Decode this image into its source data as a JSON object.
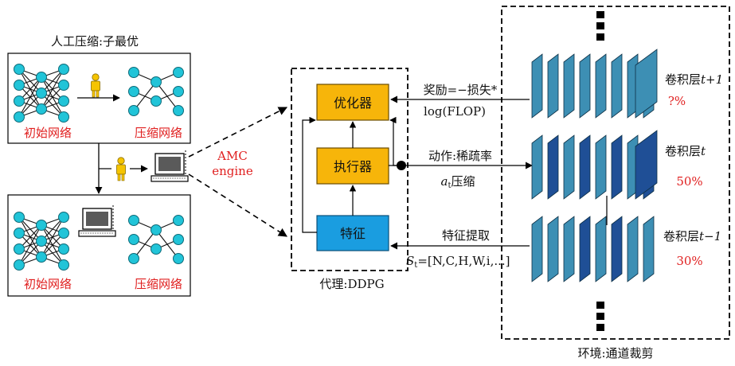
{
  "manual": {
    "title": "人工压缩:子最优",
    "top_left_label": "初始网络",
    "top_right_label": "压缩网络",
    "bottom_left_label": "初始网络",
    "bottom_right_label": "压缩网络"
  },
  "amc": {
    "line1": "AMC",
    "line2": "engine"
  },
  "agent": {
    "optimizer": "优化器",
    "actor": "执行器",
    "feature": "特征",
    "caption": "代理:DDPG"
  },
  "signals": {
    "reward_line1": "奖励=−损失*",
    "reward_line2": "log(FLOP)",
    "action_line1": "动作:稀疏率",
    "action_symbol": "a",
    "action_sub": "t",
    "action_suffix": "压缩",
    "feature_extract": "特征提取",
    "state_symbol": "S",
    "state_sub": "t",
    "state_body": "=[N,C,H,W,i,...]"
  },
  "environment": {
    "caption": "环境:通道裁剪",
    "layers": [
      {
        "name": "卷积层",
        "suffix": "t+1",
        "ratio": "?%"
      },
      {
        "name": "卷积层",
        "suffix": "t",
        "ratio": "50%"
      },
      {
        "name": "卷积层",
        "suffix": "t−1",
        "ratio": "30%"
      }
    ]
  },
  "colors": {
    "node": "#21c4d8",
    "person": "#f5c400",
    "agent_box": "#f7b50a",
    "feature_box": "#1a9de0",
    "channel_light": "#3d8fb4",
    "channel_dark": "#1f4f96",
    "red": "#e02020"
  }
}
